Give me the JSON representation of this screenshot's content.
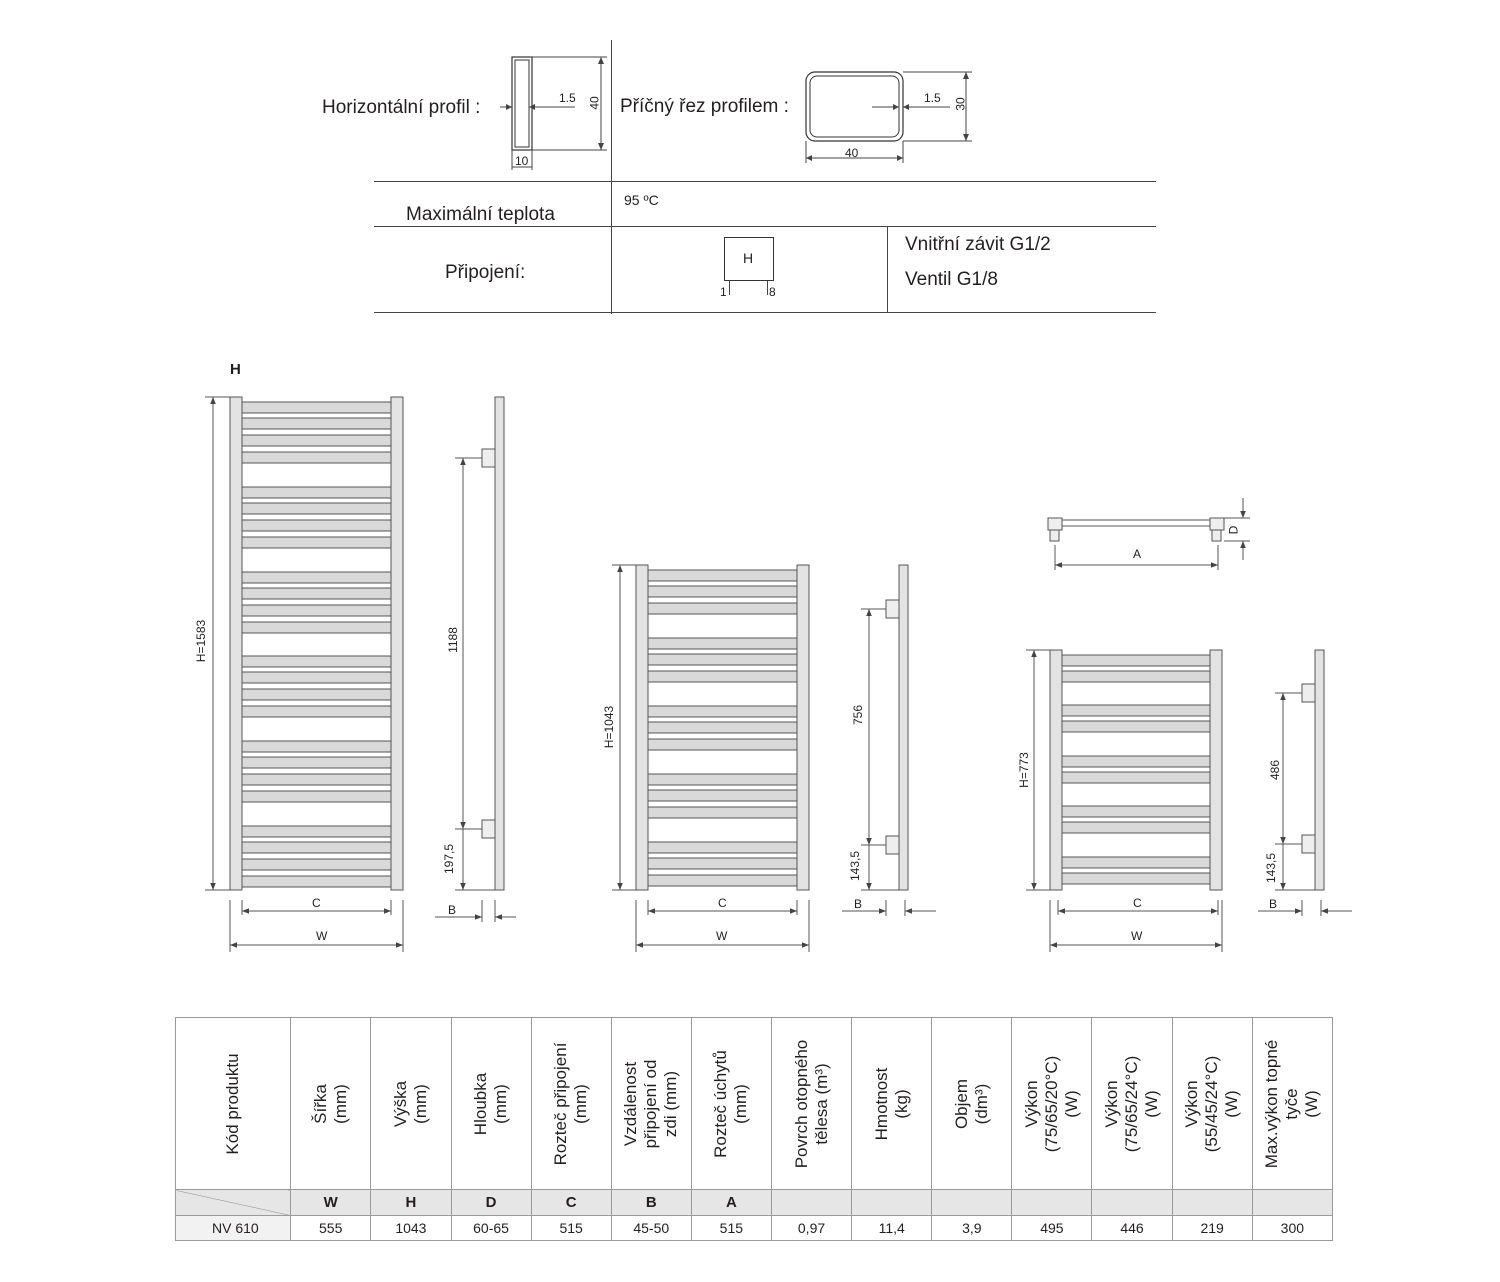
{
  "top_specs": {
    "horizontal_profile_label": "Horizontální profil :",
    "horizontal_profile_dims": {
      "thickness": "1.5",
      "height": "40",
      "width": "10"
    },
    "cross_section_label": "Příčný řez profilem :",
    "cross_section_dims": {
      "thickness": "1.5",
      "height": "30",
      "width": "40"
    },
    "max_temp_label": "Maximální teplota",
    "max_temp_value": "95 ºC",
    "connection_label": "Připojení:",
    "connection_symbol": "H",
    "connection_left_mark": "1",
    "connection_right_mark": "8",
    "connection_thread": "Vnitřní závit G1/2",
    "connection_valve": "Ventil G1/8"
  },
  "drawings": {
    "series_label": "H",
    "large": {
      "height": "H=1583",
      "axis_spacing": "1188",
      "bottom_offset": "197,5",
      "b": "B",
      "c": "C",
      "w": "W"
    },
    "medium": {
      "height": "H=1043",
      "axis_spacing": "756",
      "bottom_offset": "143,5",
      "b": "B",
      "c": "C",
      "w": "W"
    },
    "small": {
      "height": "H=773",
      "axis_spacing": "486",
      "bottom_offset": "143,5",
      "b": "B",
      "c": "C",
      "w": "W",
      "a": "A",
      "d": "D"
    }
  },
  "table": {
    "headers": [
      "Kód produktu",
      "Šířka\n(mm)",
      "Výška\n(mm)",
      "Hloubka\n(mm)",
      "Rozteč připojení\n(mm)",
      "Vzdálenost\npřipojení od\nzdi (mm)",
      "Rozteč úchytů\n(mm)",
      "Povrch otopného\ntělesa (m³)",
      "Hmotnost\n(kg)",
      "Objem\n(dm³)",
      "Výkon\n(75/65/20°C)\n(W)",
      "Výkon\n(75/65/24°C)\n(W)",
      "Výkon\n(55/45/24°C)\n(W)",
      "Max.výkon topné\ntyče\n(W)"
    ],
    "symbols": [
      "",
      "W",
      "H",
      "D",
      "C",
      "B",
      "A",
      "",
      "",
      "",
      "",
      "",
      "",
      ""
    ],
    "rows": [
      [
        "NV 610",
        "555",
        "1043",
        "60-65",
        "515",
        "45-50",
        "515",
        "0,97",
        "11,4",
        "3,9",
        "495",
        "446",
        "219",
        "300"
      ]
    ]
  }
}
